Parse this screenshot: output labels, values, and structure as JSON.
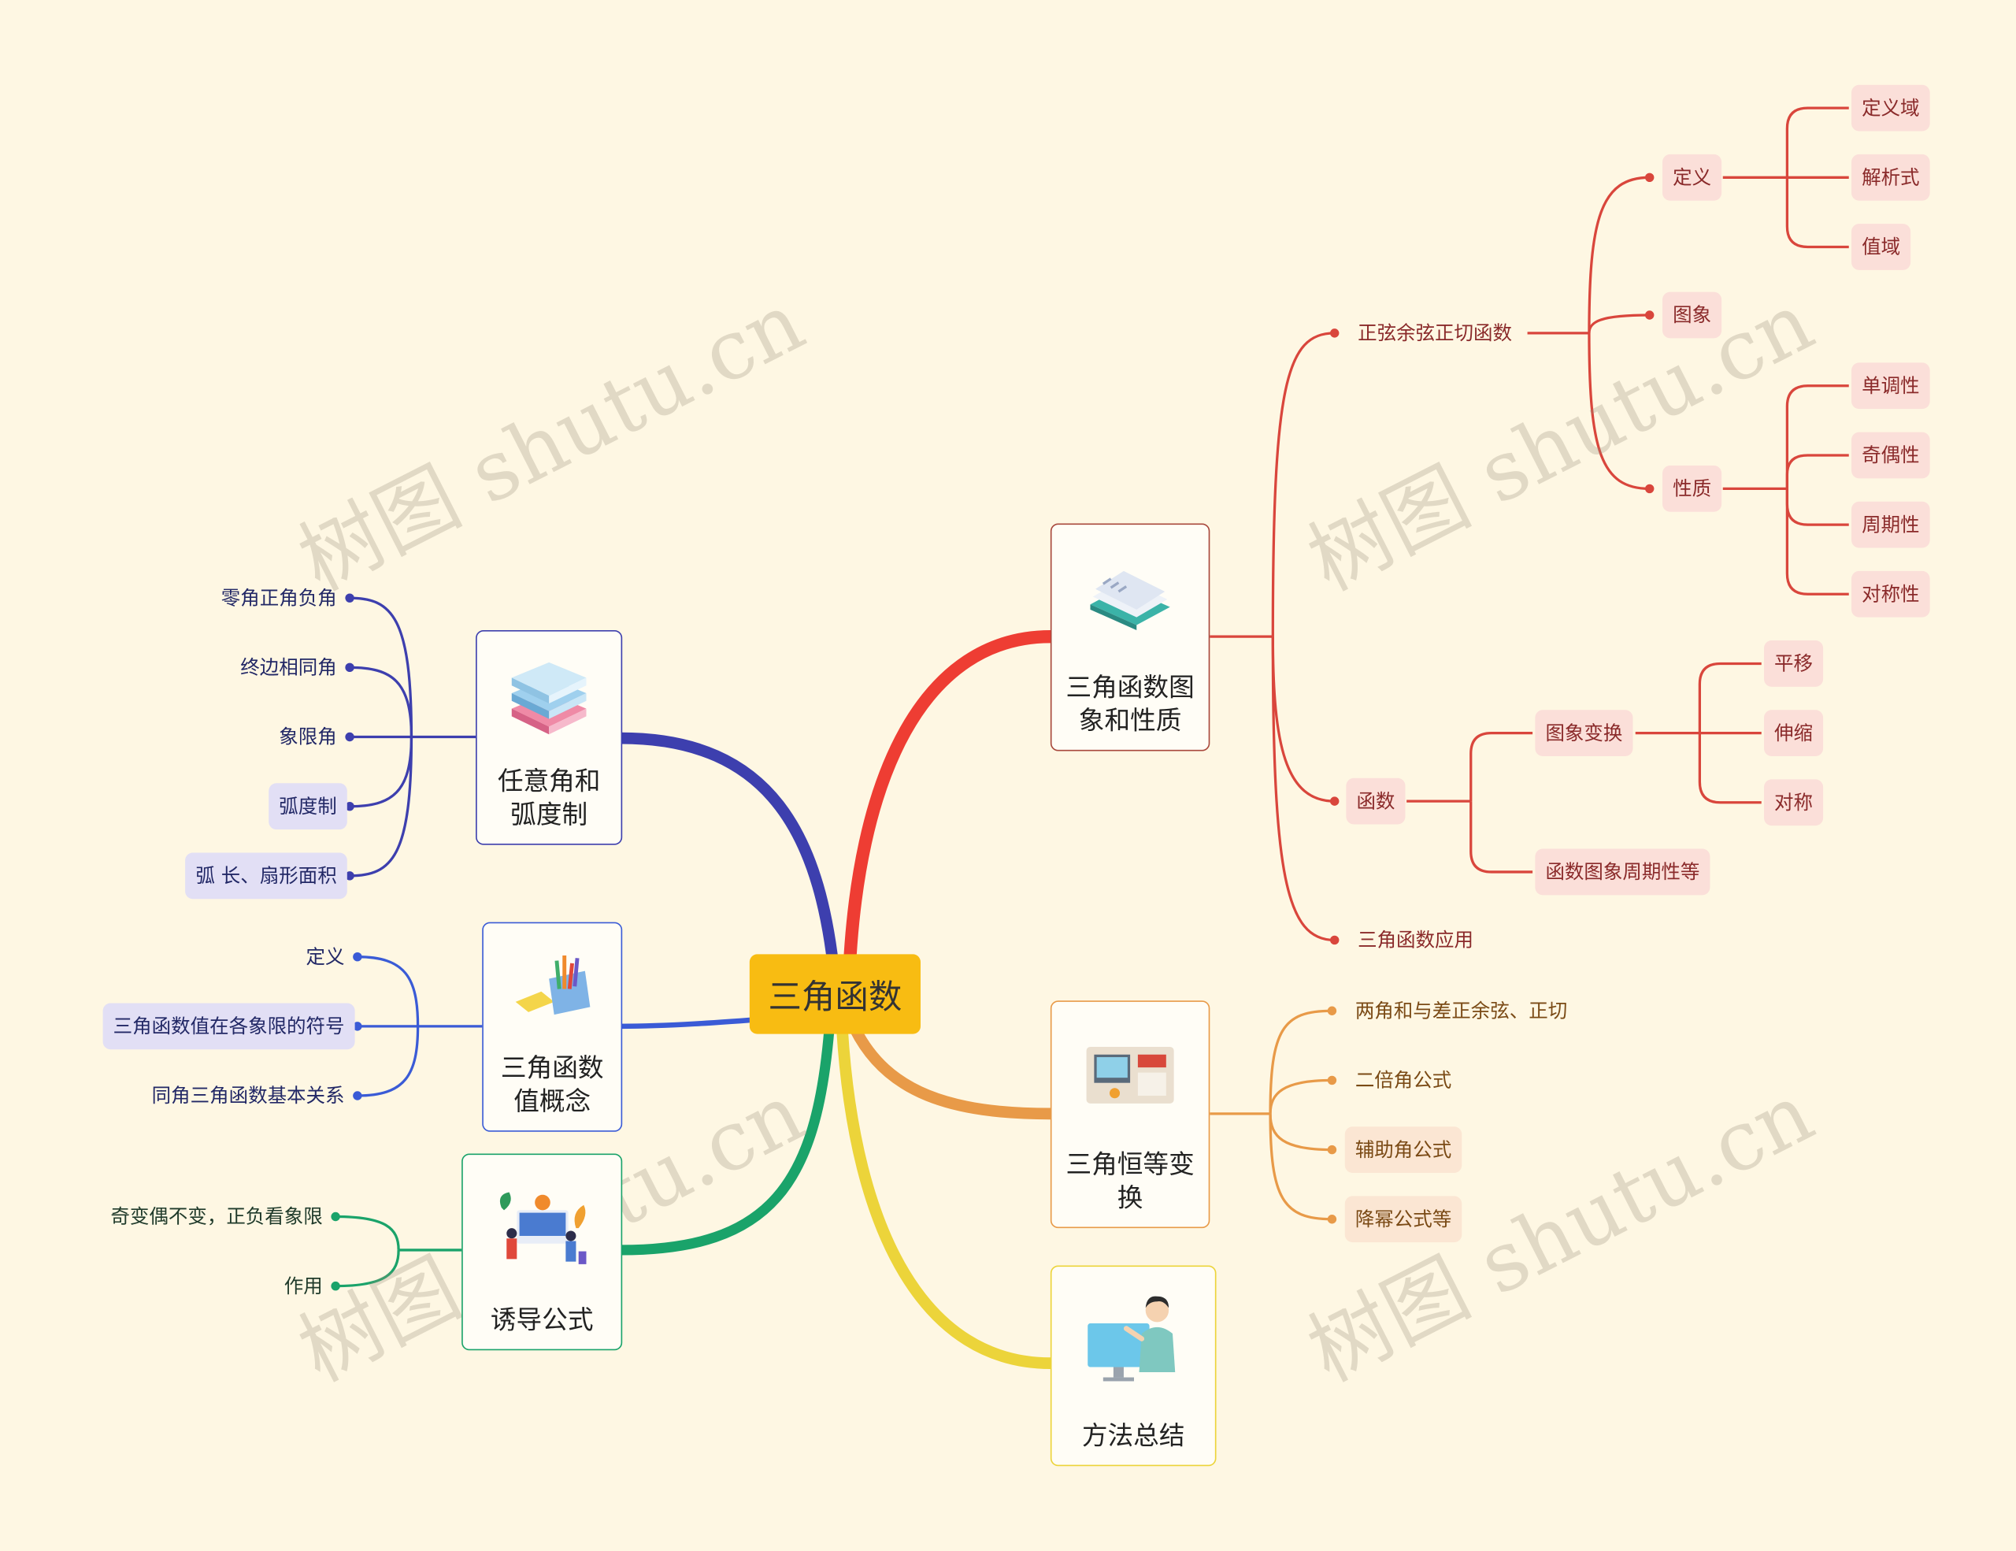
{
  "root": {
    "label": "三角函数"
  },
  "watermark": "树图 shutu.cn",
  "branches": {
    "b1": {
      "label_line1": "任意角和",
      "label_line2": "弧度制",
      "color": "#3d3fae"
    },
    "b2": {
      "label_line1": "三角函数",
      "label_line2": "值概念",
      "color": "#3a5bd6"
    },
    "b3": {
      "label": "诱导公式",
      "color": "#1aa36a"
    },
    "b4": {
      "label_line1": "三角函数图",
      "label_line2": "象和性质",
      "color": "#e84a3c"
    },
    "b5": {
      "label_line1": "三角恒等变",
      "label_line2": "换",
      "color": "#e89a48"
    },
    "b6": {
      "label": "方法总结",
      "color": "#ecd43a"
    }
  },
  "leaves": {
    "b1": [
      "零角正角负角",
      "终边相同角",
      "象限角",
      "弧度制",
      "弧 长、扇形面积"
    ],
    "b2": [
      "定义",
      "三角函数值在各象限的符号",
      "同角三角函数基本关系"
    ],
    "b3": [
      "奇变偶不变，正负看象限",
      "作用"
    ],
    "b4": {
      "sub1": "正弦余弦正切函数",
      "sub1_children": {
        "def": "定义",
        "def_children": [
          "定义域",
          "解析式",
          "值域"
        ],
        "graph": "图象",
        "prop": "性质",
        "prop_children": [
          "单调性",
          "奇偶性",
          "周期性",
          "对称性"
        ]
      },
      "sub2": "函数",
      "sub2_children": {
        "transform": "图象变换",
        "transform_children": [
          "平移",
          "伸缩",
          "对称"
        ],
        "period": "函数图象周期性等"
      },
      "sub3": "三角函数应用"
    },
    "b5": [
      "两角和与差正余弦、正切",
      "二倍角公式",
      "辅助角公式",
      "降幂公式等"
    ]
  },
  "colors": {
    "background": "#fef7e3",
    "root_fill": "#f8bc12",
    "pill_blue": "#e2dff5",
    "pill_red": "#fbdfd9",
    "pill_orange": "#fbe6d3"
  }
}
